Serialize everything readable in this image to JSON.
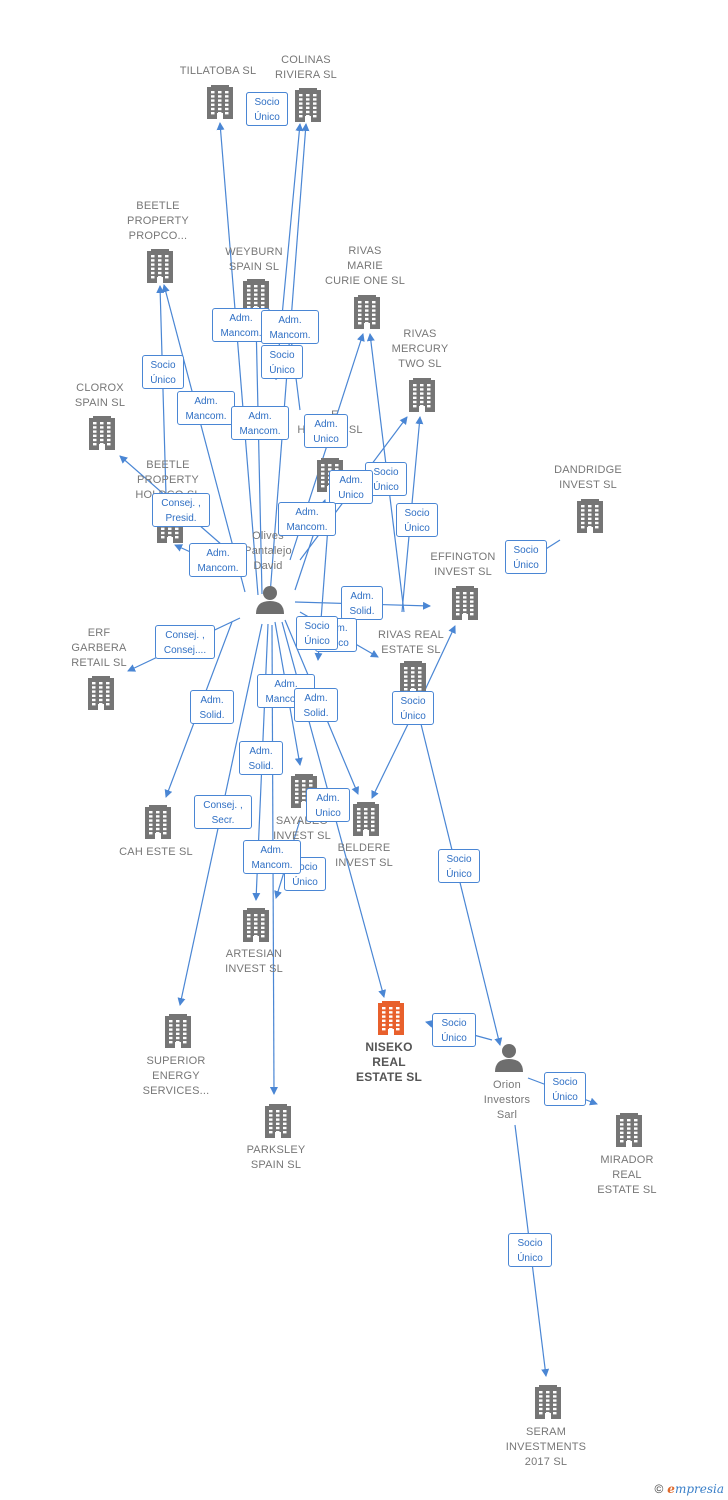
{
  "colors": {
    "edge": "#4a86d4",
    "edge_label_text": "#2f6fc4",
    "building": "#757575",
    "building_highlight": "#e8602c",
    "person": "#6e6e6e",
    "label": "#777777"
  },
  "nodes": [
    {
      "id": "tillatoba",
      "label": "TILLATOBA  SL",
      "icon": "building-icon"
    },
    {
      "id": "colinas",
      "label": "COLINAS\nRIVIERA  SL",
      "icon": "building-icon"
    },
    {
      "id": "beetle_propco",
      "label": "BEETLE\nPROPERTY\nPROPCO...",
      "icon": "building-icon"
    },
    {
      "id": "weyburn",
      "label": "WEYBURN\nSPAIN  SL",
      "icon": "building-icon"
    },
    {
      "id": "rivas_marie",
      "label": "RIVAS\nMARIE\nCURIE ONE  SL",
      "icon": "building-icon"
    },
    {
      "id": "rivas_mercury",
      "label": "RIVAS\nMERCURY\nTWO  SL",
      "icon": "building-icon"
    },
    {
      "id": "clorox",
      "label": "CLOROX\nSPAIN SL",
      "icon": "building-icon"
    },
    {
      "id": "beetle_holdco",
      "label": "BEETLE\nPROPERTY\nHOLDCO  SL",
      "icon": "building-icon"
    },
    {
      "id": "hidden_holdco",
      "label": "...E\nHOLDCO  SL",
      "icon": "building-icon"
    },
    {
      "id": "dandridge",
      "label": "DANDRIDGE\nINVEST  SL",
      "icon": "building-icon"
    },
    {
      "id": "effington",
      "label": "EFFINGTON\nINVEST  SL",
      "icon": "building-icon"
    },
    {
      "id": "olives",
      "label": "Olives\nPantalejo\nDavid",
      "icon": "person-icon"
    },
    {
      "id": "erf",
      "label": "ERF\nGARBERA\nRETAIL  SL",
      "icon": "building-icon"
    },
    {
      "id": "rivas_real",
      "label": "RIVAS REAL\nESTATE  SL",
      "icon": "building-icon"
    },
    {
      "id": "cah",
      "label": "CAH ESTE  SL",
      "icon": "building-icon"
    },
    {
      "id": "sayabeo",
      "label": "SAYABEO\nINVEST  SL",
      "icon": "building-icon"
    },
    {
      "id": "beldere",
      "label": "BELDERE\nINVEST  SL",
      "icon": "building-icon"
    },
    {
      "id": "artesian",
      "label": "ARTESIAN\nINVEST  SL",
      "icon": "building-icon"
    },
    {
      "id": "superior",
      "label": "SUPERIOR\nENERGY\nSERVICES...",
      "icon": "building-icon"
    },
    {
      "id": "niseko",
      "label": "NISEKO\nREAL\nESTATE  SL",
      "icon": "building-icon",
      "highlight": true
    },
    {
      "id": "orion",
      "label": "Orion\nInvestors\nSarl",
      "icon": "person-icon"
    },
    {
      "id": "mirador",
      "label": "MIRADOR\nREAL\nESTATE  SL",
      "icon": "building-icon"
    },
    {
      "id": "parksley",
      "label": "PARKSLEY\nSPAIN  SL",
      "icon": "building-icon"
    },
    {
      "id": "seram",
      "label": "SERAM\nINVESTMENTS\n2017  SL",
      "icon": "building-icon"
    }
  ],
  "edges": [
    {
      "from": "olives",
      "to": "tillatoba",
      "label": "Adm.\nMancom."
    },
    {
      "from": "olives",
      "to": "colinas",
      "label": "Adm.\nMancom."
    },
    {
      "from": "beetle_holdco",
      "to": "colinas",
      "label": "Socio\nÚnico"
    },
    {
      "from": "olives",
      "to": "beetle_propco",
      "label": "Adm.\nMancom."
    },
    {
      "from": "beetle_holdco",
      "to": "beetle_propco",
      "label": "Socio\nÚnico"
    },
    {
      "from": "olives",
      "to": "weyburn",
      "label": "Adm.\nMancom."
    },
    {
      "from": "hidden_holdco",
      "to": "weyburn",
      "label": "Socio\nÚnico"
    },
    {
      "from": "olives",
      "to": "rivas_marie",
      "label": "Adm.\nUnico"
    },
    {
      "from": "rivas_real",
      "to": "rivas_marie",
      "label": "Socio\nÚnico"
    },
    {
      "from": "olives",
      "to": "rivas_mercury",
      "label": "Adm.\nUnico"
    },
    {
      "from": "rivas_real",
      "to": "rivas_mercury",
      "label": "Socio\nÚnico"
    },
    {
      "from": "olives",
      "to": "clorox",
      "label": "Consej. ,\nPresid."
    },
    {
      "from": "olives",
      "to": "beetle_holdco",
      "label": "Adm.\nMancom."
    },
    {
      "from": "olives",
      "to": "hidden_holdco",
      "label": "Adm.\nMancom."
    },
    {
      "from": "dandridge",
      "to": "effington",
      "label": "Socio\nÚnico"
    },
    {
      "from": "olives",
      "to": "effington",
      "label": "Adm.\nSolid."
    },
    {
      "from": "olives",
      "to": "erf",
      "label": "Consej. ,\nConsej...."
    },
    {
      "from": "olives",
      "to": "rivas_real",
      "label": "Adm.\nUnico"
    },
    {
      "from": "hidden_holdco",
      "to": "rivas_real",
      "label": "Socio\nÚnico"
    },
    {
      "from": "rivas_real",
      "to": "effington",
      "label": "Socio\nÚnico"
    },
    {
      "from": "olives",
      "to": "cah",
      "label": "Adm.\nSolid."
    },
    {
      "from": "olives",
      "to": "sayabeo",
      "label": "Adm.\nMancom."
    },
    {
      "from": "olives",
      "to": "beldere",
      "label": "Adm.\nSolid."
    },
    {
      "from": "rivas_real",
      "to": "beldere",
      "label": "Adm.\nUnico"
    },
    {
      "from": "olives",
      "to": "artesian",
      "label": "Adm.\nSolid."
    },
    {
      "from": "sayabeo",
      "to": "artesian",
      "label": "Socio\nÚnico"
    },
    {
      "from": "olives",
      "to": "superior",
      "label": "Consej. ,\nSecr."
    },
    {
      "from": "olives",
      "to": "parksley",
      "label": "Adm.\nMancom."
    },
    {
      "from": "olives",
      "to": "niseko",
      "label": ""
    },
    {
      "from": "orion",
      "to": "niseko",
      "label": "Socio\nÚnico"
    },
    {
      "from": "rivas_real",
      "to": "orion",
      "label": "Socio\nÚnico"
    },
    {
      "from": "orion",
      "to": "mirador",
      "label": "Socio\nÚnico"
    },
    {
      "from": "orion",
      "to": "seram",
      "label": "Socio\nÚnico"
    },
    {
      "from": "tillatoba",
      "to": "colinas",
      "label": "Socio\nÚnico"
    }
  ],
  "footer": {
    "copyright_symbol": "©",
    "brand_initial": "e",
    "brand_rest": "mpresia"
  }
}
